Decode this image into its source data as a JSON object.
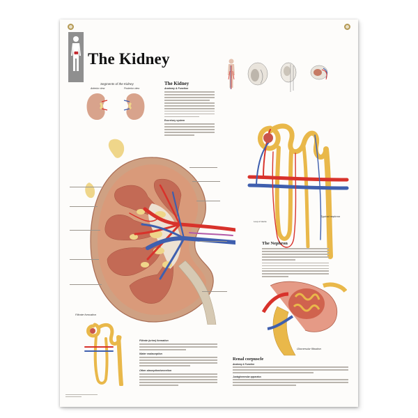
{
  "poster": {
    "title": "The Kidney",
    "segments_heading": "Segments of the Kidney",
    "anterior_label": "Anterior view",
    "posterior_label": "Posterior view",
    "section_kidney": "The Kidney",
    "section_kidney_sub": "Anatomy & Function",
    "section_excretory": "Excretory system",
    "typical_nephron": "Typical nephron",
    "loop_of_henle": "Loop of Henle",
    "section_nephron": "The Nephron",
    "filtrate_formation": "Filtrate formation",
    "filtrate_urine": "Filtrate (urine) formation",
    "water_reabsorption": "Water reabsorption",
    "other_absorption": "Other absorption/secretion",
    "glomerular_filtration": "Glomerular filtration",
    "renal_corpuscle": "Renal corpuscle",
    "renal_corpuscle_sub": "Anatomy & Function",
    "juxtaglomerular": "Juxtaglomerular apparatus"
  },
  "colors": {
    "frame": "#fdfcfa",
    "grommet": "#b59a55",
    "cortex": "#d9a27e",
    "medulla": "#c77a63",
    "artery": "#d8322b",
    "vein": "#3f5fae",
    "ureter": "#cfc3ae",
    "fat": "#efd68a"
  }
}
